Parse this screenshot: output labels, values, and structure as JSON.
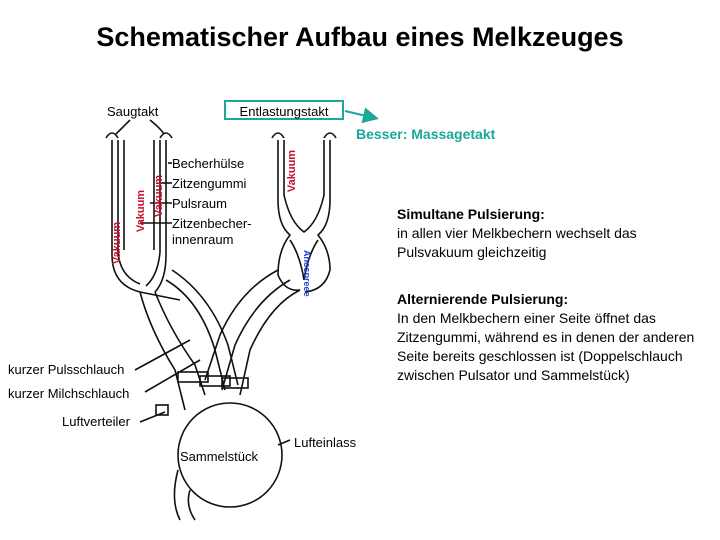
{
  "title": "Schematischer Aufbau eines Melkzeuges",
  "labels": {
    "saugtakt": "Saugtakt",
    "entlastungstakt": "Entlastungstakt",
    "besser": "Besser: Massagetakt",
    "becherhuelse": "Becherhülse",
    "zitzengummi": "Zitzengummi",
    "pulsraum": "Pulsraum",
    "zitzenbecher1": "Zitzenbecher-",
    "zitzenbecher2": "innenraum",
    "vakuum": "Vakuum",
    "pulsschlauch": "kurzer Pulsschlauch",
    "milchschlauch": "kurzer Milchschlauch",
    "luftverteiler": "Luftverteiler",
    "sammelstueck": "Sammelstück",
    "lufteinlass": "Lufteinlass",
    "relief_chars": [
      "A",
      "h",
      "o",
      "s",
      "p",
      "r",
      "e",
      "e",
      "e"
    ]
  },
  "sections": {
    "simultan": {
      "heading": "Simultane Pulsierung:",
      "body": "in allen vier Melkbechern wechselt das Pulsvakuum gleichzeitig"
    },
    "alternierend": {
      "heading": "Alternierende Pulsierung:",
      "body": "In den Melkbechern einer Seite öffnet das Zitzengummi, während es in denen der anderen Seite bereits geschlossen ist (Doppelschlauch zwischen Pulsator und Sammelstück)"
    }
  },
  "colors": {
    "teal": "#1aa89a",
    "vacuum_red": "#c8102e",
    "blue": "#1e3fd0"
  }
}
